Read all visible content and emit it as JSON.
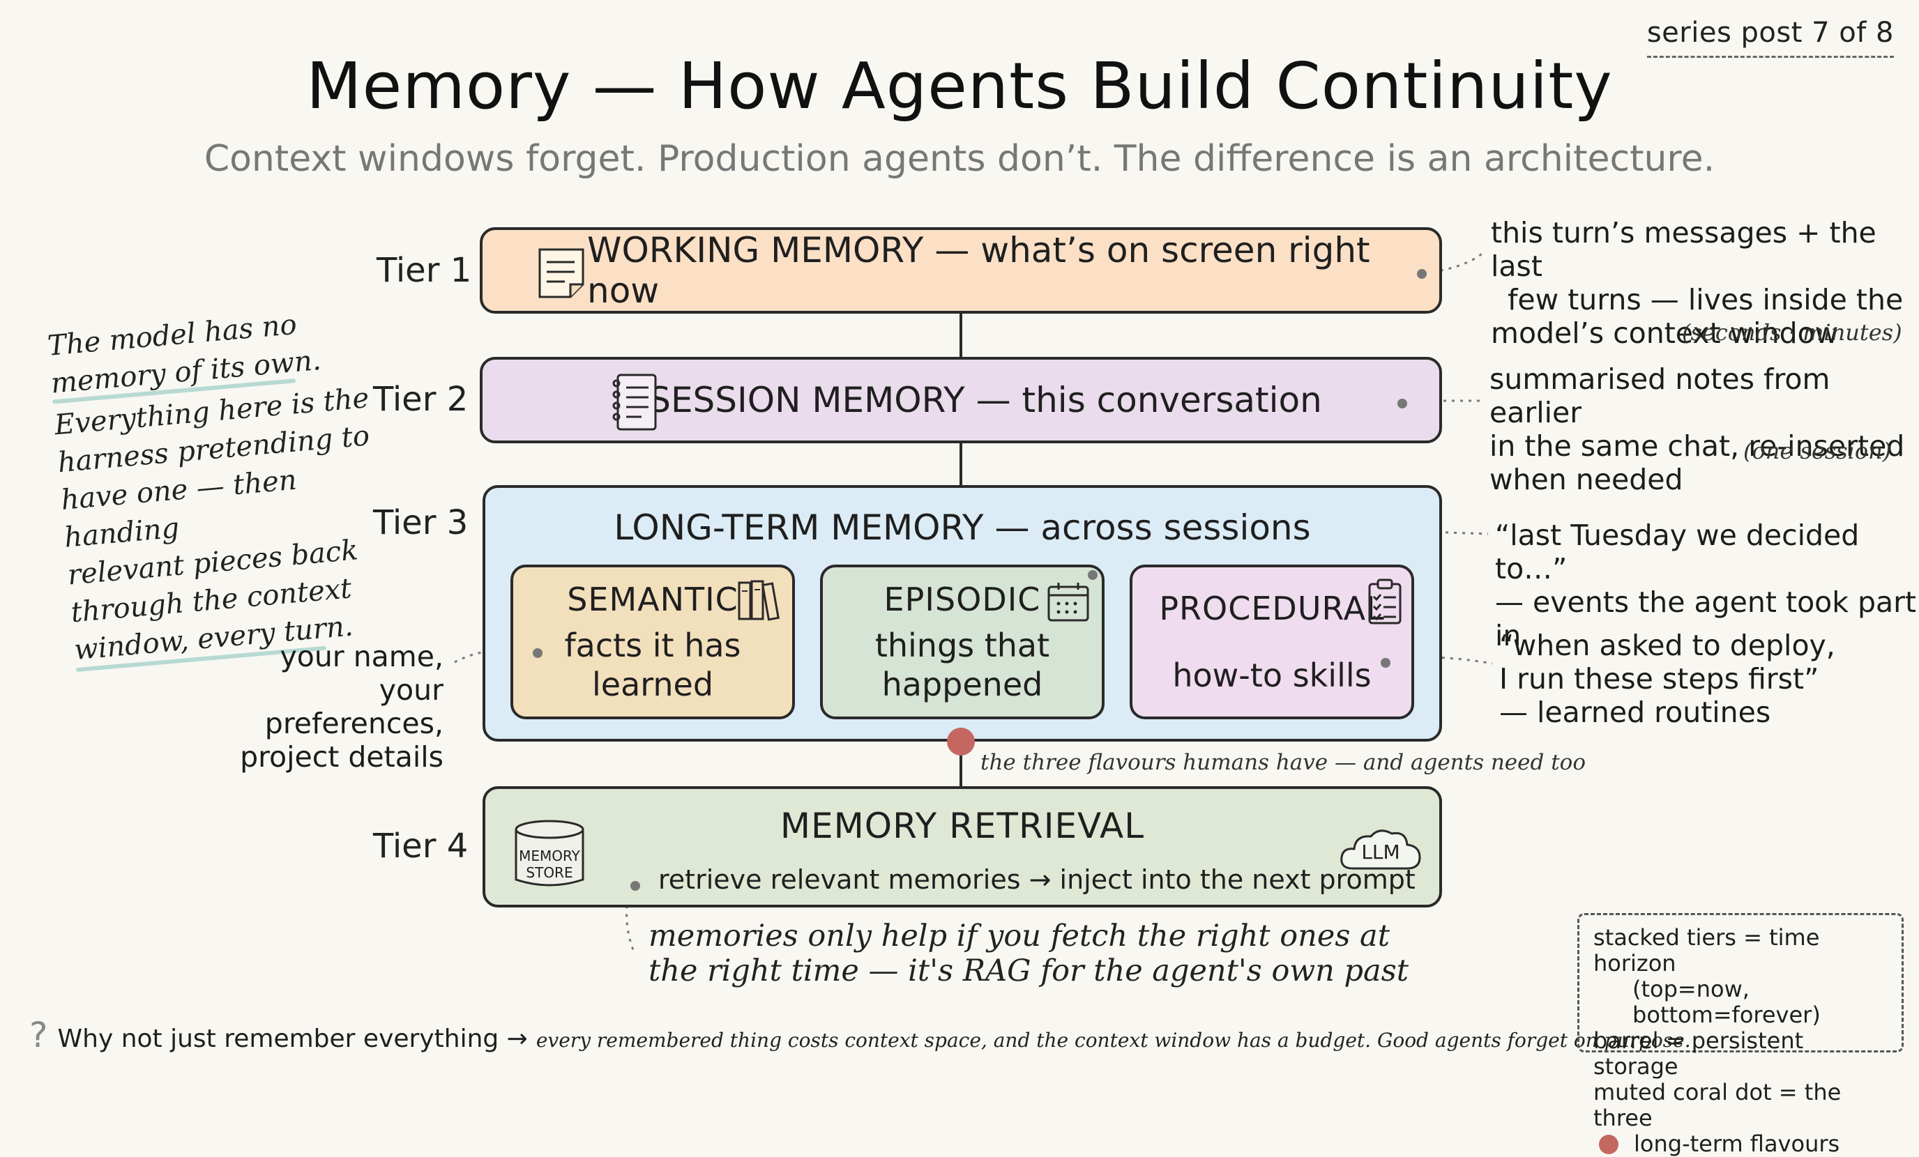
{
  "series_tag": "series post 7 of 8",
  "title": "Memory — How Agents Build Continuity",
  "subtitle": "Context windows forget. Production agents don’t. The difference is an architecture.",
  "colors": {
    "working": "#fbe0c6",
    "session": "#eadcec",
    "longterm": "#dcecf6",
    "semantic": "#f2dfbc",
    "episodic": "#d5e4d4",
    "procedural": "#efdcee",
    "retrieval": "#dfe8d5",
    "coral": "#c56761",
    "teal_underline": "#b7d9d3"
  },
  "left_note": {
    "lines": [
      "The model has no",
      "memory of its own.",
      "Everything here is the",
      "harness pretending to",
      "have one — then handing",
      "relevant pieces back",
      "through the context",
      "window, every turn."
    ]
  },
  "tiers": {
    "t1": {
      "label": "Tier 1",
      "icon": "sticky-note-icon",
      "text": "WORKING MEMORY — what’s on screen right now",
      "note": [
        "this turn’s messages + the last",
        "few turns — lives inside the",
        "model’s context window"
      ],
      "note_time": "(seconds · minutes)"
    },
    "t2": {
      "label": "Tier 2",
      "icon": "notebook-icon",
      "text": "SESSION MEMORY — this conversation",
      "note": [
        "summarised notes from earlier",
        "in the same chat, re-inserted",
        "when needed"
      ],
      "note_time": "(one session)"
    },
    "t3": {
      "label": "Tier 3",
      "heading": "LONG-TERM MEMORY — across sessions",
      "semantic": {
        "title": "SEMANTIC",
        "icon": "books-icon",
        "desc": [
          "facts it has",
          "learned"
        ]
      },
      "episodic": {
        "title": "EPISODIC",
        "icon": "calendar-icon",
        "desc": [
          "things that",
          "happened"
        ]
      },
      "procedural": {
        "title": "PROCEDURAL",
        "icon": "clipboard-checklist-icon",
        "desc": [
          "how-to skills"
        ]
      },
      "left_note": [
        "your name,",
        "your preferences,",
        "project details"
      ],
      "episodic_note": [
        "“last Tuesday we decided to…”",
        "— events the agent took part in"
      ],
      "procedural_note": [
        "“when asked to deploy,",
        "I run these steps first”",
        "— learned routines"
      ],
      "flavour_caption": "the three flavours humans have — and agents need too"
    },
    "t4": {
      "label": "Tier 4",
      "heading": "MEMORY RETRIEVAL",
      "store": [
        "MEMORY",
        "STORE"
      ],
      "llm": "LLM",
      "flow": "retrieve relevant memories → inject into the next prompt",
      "note": [
        "memories only help if you fetch the right ones at",
        "the right time — it's RAG for the agent's own past"
      ]
    }
  },
  "footer": {
    "mark": "?",
    "question": "Why not just remember everything →",
    "answer": "every remembered thing costs context space, and the context window has a budget. Good agents forget on purpose."
  },
  "legend": {
    "l1": "stacked tiers = time horizon",
    "l2": "(top=now, bottom=forever)",
    "l3": "barrel = persistent storage",
    "l4": "muted coral dot = the three",
    "l5": "long-term flavours"
  }
}
